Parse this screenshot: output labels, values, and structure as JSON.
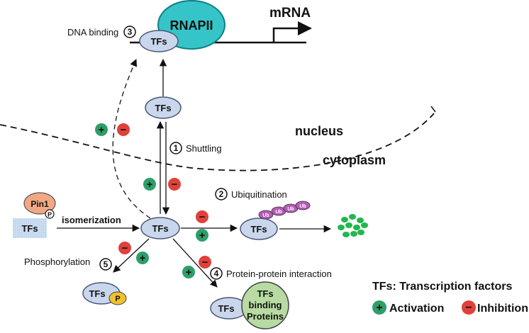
{
  "nodes": {
    "tf_label": "TFs",
    "rnapii": "RNAPII",
    "mrna": "mRNA",
    "pin1": "Pin1",
    "phospho_p": "P",
    "phospho_small_p": "P",
    "ub": "Ub",
    "binding_proteins_line1": "TFs",
    "binding_proteins_line2": "binding",
    "binding_proteins_line3": "Proteins"
  },
  "compartments": {
    "nucleus": "nucleus",
    "cytoplasm": "cytoplasm"
  },
  "processes": {
    "dna_binding": "DNA binding",
    "dna_binding_num": "3",
    "shuttling": "Shuttling",
    "shuttling_num": "1",
    "ubiquitination": "Ubiquitination",
    "ubiquitination_num": "2",
    "protein_interaction": "Protein-protein interaction",
    "protein_interaction_num": "4",
    "phosphorylation": "Phosphorylation",
    "phosphorylation_num": "5",
    "isomerization": "isomerization"
  },
  "legend": {
    "title": "TFs: Transcription factors",
    "activation": "Activation",
    "inhibition": "Inhibition"
  },
  "signs": {
    "plus": "+",
    "minus": "−"
  },
  "colors": {
    "tf_fill": "#c9d6ec",
    "tf_stroke": "#4a5878",
    "rnapii_fill": "#35c5c8",
    "rnapii_stroke": "#117f85",
    "pin1_fill": "#f2a884",
    "phospho_fill": "#f2c12e",
    "ub_fill": "#b65ab7",
    "binding_fill": "#b7dba2",
    "activation": "#2e9e6a",
    "inhibition": "#e0413a",
    "degradation": "#20b84d"
  }
}
